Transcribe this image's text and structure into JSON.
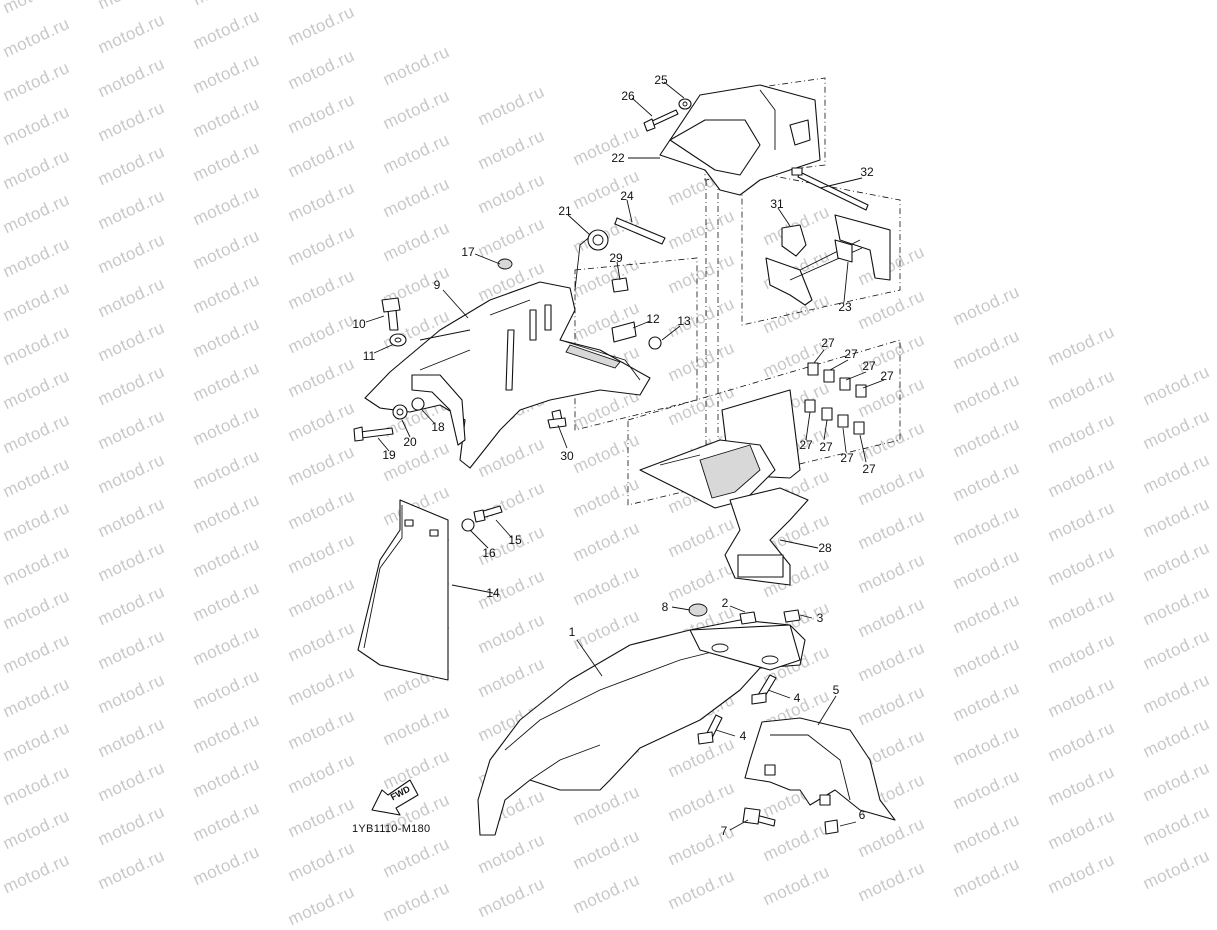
{
  "watermark": {
    "text": "motod.ru"
  },
  "diagram_code": "1YB1110-M180",
  "fwd_label": "FWD",
  "callouts": [
    "1",
    "2",
    "3",
    "4",
    "4",
    "5",
    "6",
    "7",
    "8",
    "9",
    "10",
    "11",
    "12",
    "13",
    "14",
    "15",
    "16",
    "17",
    "18",
    "19",
    "20",
    "21",
    "22",
    "23",
    "24",
    "25",
    "26",
    "27",
    "27",
    "27",
    "27",
    "27",
    "27",
    "27",
    "27",
    "28",
    "29",
    "30",
    "31",
    "32"
  ]
}
